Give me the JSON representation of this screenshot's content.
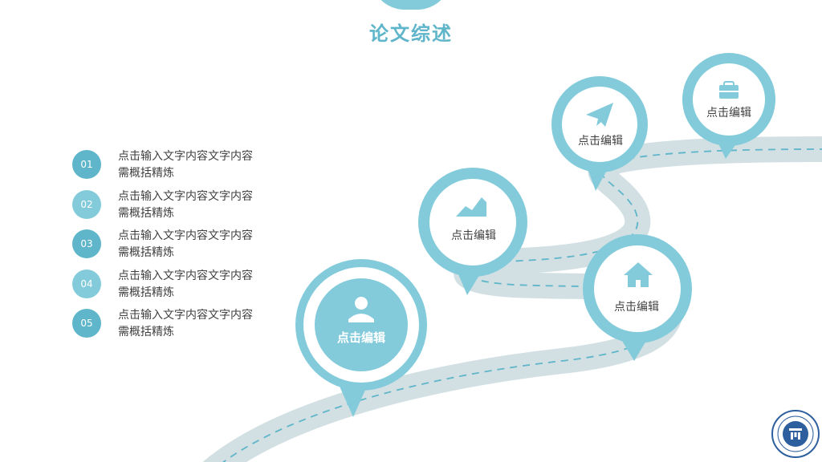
{
  "slide": {
    "title": "论文综述",
    "colors": {
      "accent_dark": "#5fb5c9",
      "accent_light": "#83cbdb",
      "road": "#d2e0e3",
      "dash": "#5fb5c9"
    }
  },
  "list": {
    "items": [
      {
        "num": "01",
        "text": "点击输入文字内容文字内容需概括精炼"
      },
      {
        "num": "02",
        "text": "点击输入文字内容文字内容需概括精炼"
      },
      {
        "num": "03",
        "text": "点击输入文字内容文字内容需概括精炼"
      },
      {
        "num": "04",
        "text": "点击输入文字内容文字内容需概括精炼"
      },
      {
        "num": "05",
        "text": "点击输入文字内容文字内容需概括精炼"
      }
    ]
  },
  "pins": [
    {
      "label": "点击编辑",
      "icon": "user-icon"
    },
    {
      "label": "点击编辑",
      "icon": "chart-icon"
    },
    {
      "label": "点击编辑",
      "icon": "home-icon"
    },
    {
      "label": "点击编辑",
      "icon": "paper-plane-icon"
    },
    {
      "label": "点击编辑",
      "icon": "briefcase-icon"
    }
  ],
  "logo": {
    "icon": "university-seal-icon"
  }
}
